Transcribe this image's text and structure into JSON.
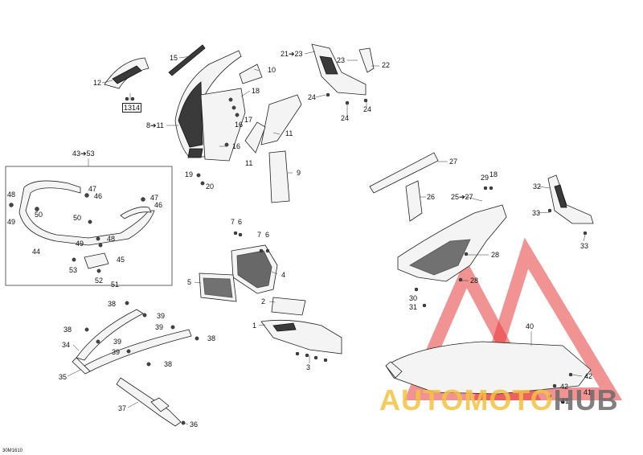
{
  "diagram": {
    "reference_code": "30M1610",
    "callouts": {
      "c1": "1",
      "c2": "2",
      "c3": "3",
      "c4": "4",
      "c5": "5",
      "c6a": "6",
      "c6b": "6",
      "c7a": "7",
      "c7b": "7",
      "c8_11": "8➔11",
      "c9": "9",
      "c10": "10",
      "c11a": "11",
      "c11b": "11",
      "c12": "12",
      "c13_14": "1314",
      "c15": "15",
      "c16a": "16",
      "c16b": "16",
      "c17": "17",
      "c18a": "18",
      "c18b": "18",
      "c19": "19",
      "c20": "20",
      "c21_23": "21➔23",
      "c22": "22",
      "c23": "23",
      "c24a": "24",
      "c24b": "24",
      "c24c": "24",
      "c25_27": "25➔27",
      "c26": "26",
      "c27": "27",
      "c28a": "28",
      "c28b": "28",
      "c29": "29",
      "c30": "30",
      "c31": "31",
      "c32": "32",
      "c33a": "33",
      "c33b": "33",
      "c34": "34",
      "c35": "35",
      "c36": "36",
      "c37": "37",
      "c38a": "38",
      "c38b": "38",
      "c38c": "38",
      "c38d": "38",
      "c39a": "39",
      "c39b": "39",
      "c39c": "39",
      "c39d": "39",
      "c40": "40",
      "c41a": "41",
      "c41b": "41",
      "c42a": "42",
      "c42b": "42",
      "c43_53": "43➔53",
      "c44": "44",
      "c45": "45",
      "c46a": "46",
      "c46b": "46",
      "c47a": "47",
      "c47b": "47",
      "c48a": "48",
      "c48b": "48",
      "c49a": "49",
      "c49b": "49",
      "c50a": "50",
      "c50b": "50",
      "c51": "51",
      "c52": "52",
      "c53": "53"
    }
  },
  "watermark": {
    "word_part1": "AUTOMOTO",
    "word_part2": "HUB",
    "color_part1": "#f5c242",
    "color_part2": "#6b6b6b",
    "logo_color": "#e83a3a"
  }
}
